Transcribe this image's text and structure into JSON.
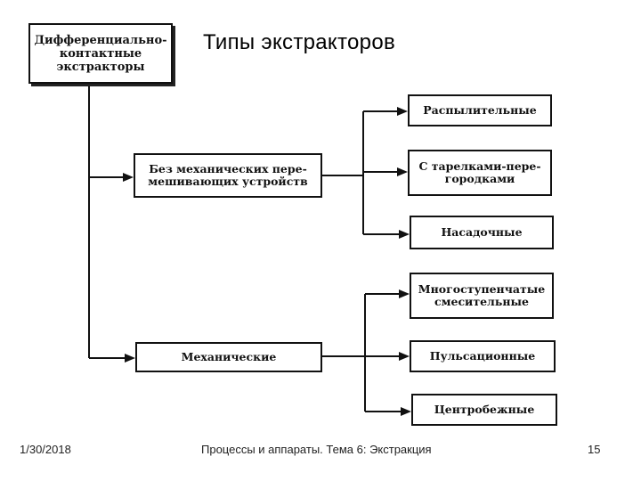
{
  "slide": {
    "title": "Типы экстракторов"
  },
  "diagram": {
    "root": "Дифференциально-\nконтактные\nэкстракторы",
    "groups": [
      {
        "label": "Без механических пере-\nмешивающих устройств",
        "children": [
          "Распылительные",
          "С тарелками-пере-\nгородками",
          "Насадочные"
        ]
      },
      {
        "label": "Механические",
        "children": [
          "Многоступенчатые\nсмесительные",
          "Пульсационные",
          "Центробежные"
        ]
      }
    ]
  },
  "footer": {
    "date": "1/30/2018",
    "course": "Процессы и аппараты. Тема 6: Экстракция",
    "page": "15"
  }
}
